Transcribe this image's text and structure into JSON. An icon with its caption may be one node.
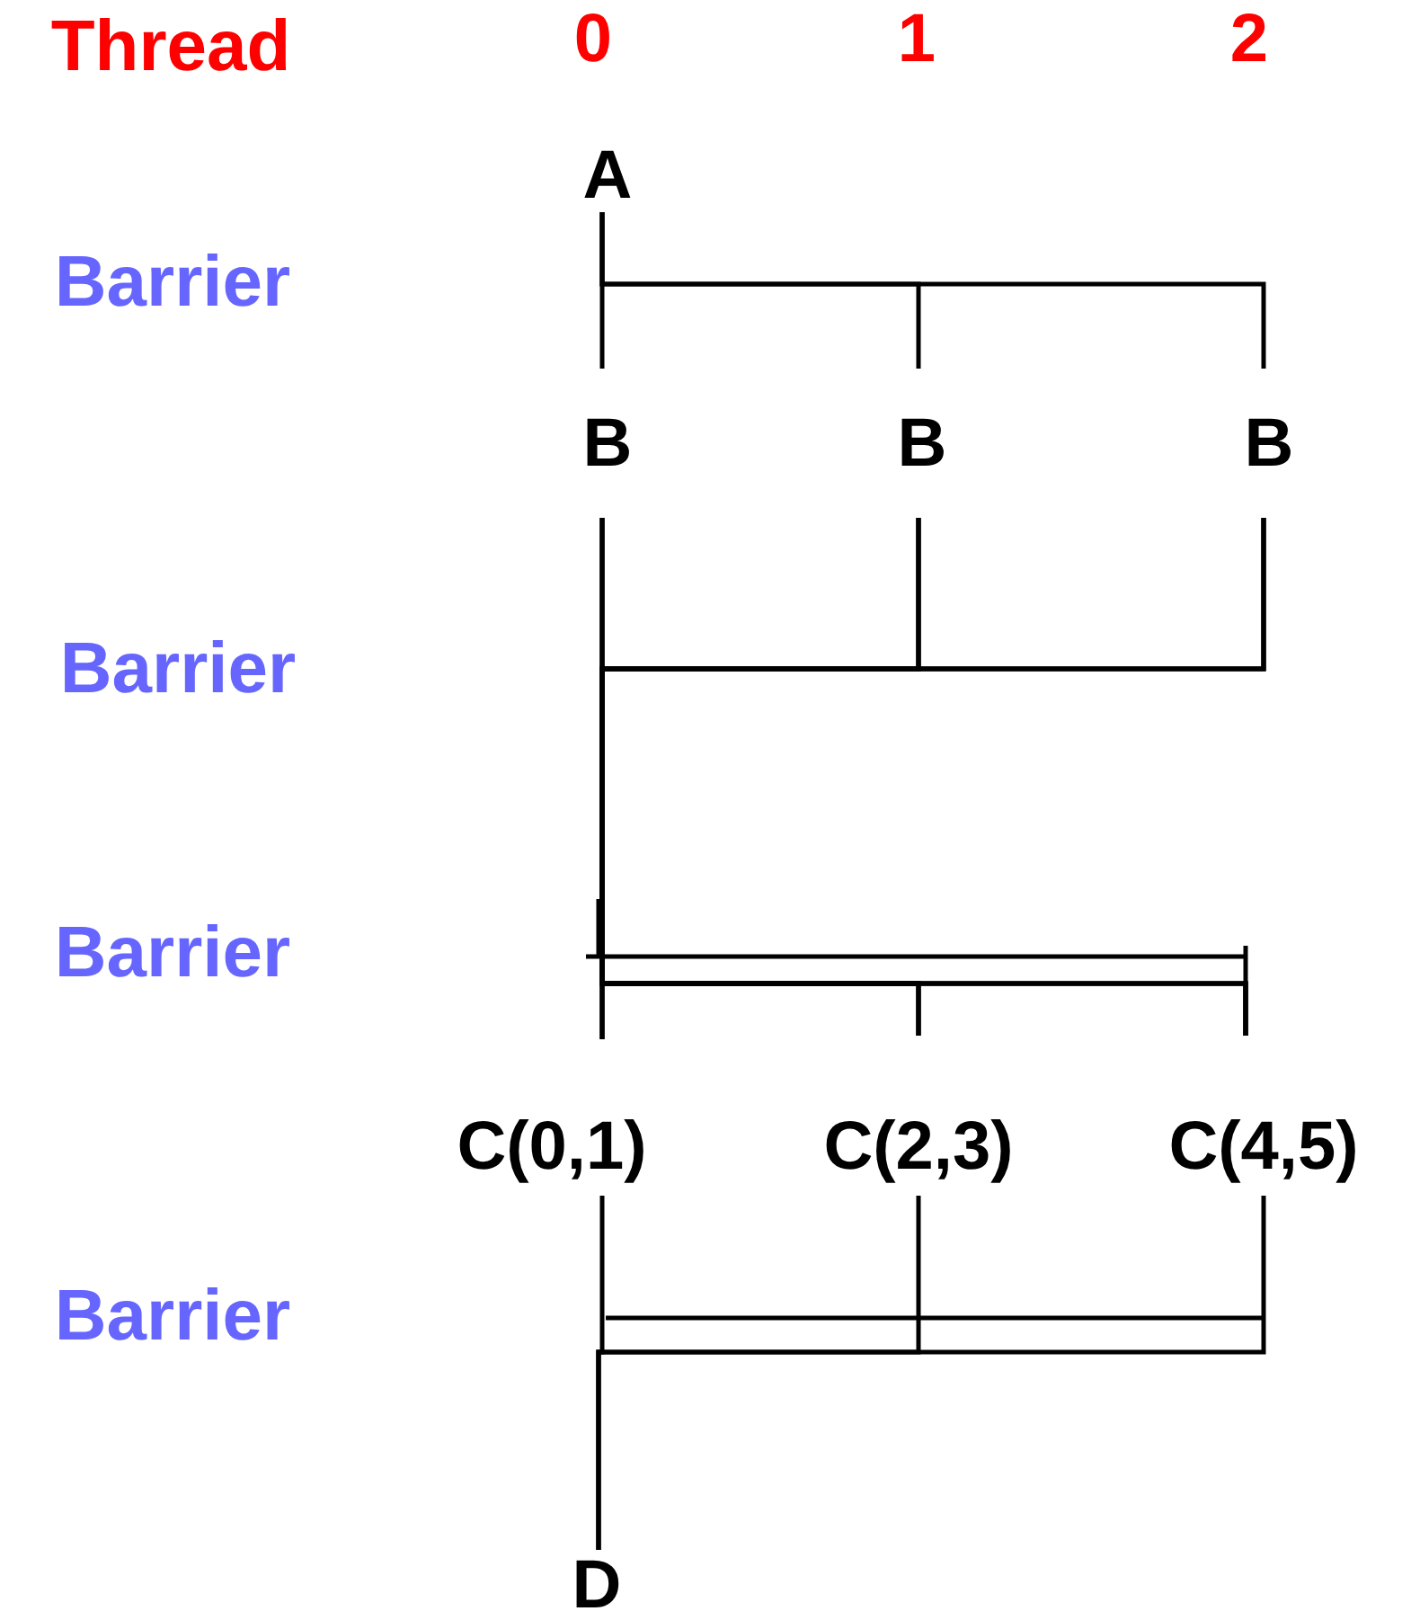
{
  "diagram": {
    "nodes": [
      {
        "text": [
          "A"
        ]
      },
      {
        "text": [
          "B"
        ]
      },
      {
        "text": [
          "B"
        ]
      },
      {
        "text": [
          "B"
        ]
      },
      {
        "text": [
          "C(0,1)"
        ]
      },
      {
        "text": [
          "C(2,3)"
        ]
      },
      {
        "text": [
          "C(4,5)"
        ]
      },
      {
        "text": [
          "D"
        ]
      }
    ],
    "edges": [
      {
        "from": 0,
        "to": 1,
        "arrow": "none"
      },
      {
        "from": 0,
        "to": 2,
        "arrow": "none"
      },
      {
        "from": 0,
        "to": 3,
        "arrow": "none"
      },
      {
        "from": 1,
        "to": 4,
        "arrow": "none"
      },
      {
        "from": 1,
        "to": 5,
        "arrow": "none"
      },
      {
        "from": 1,
        "to": 6,
        "arrow": "none"
      },
      {
        "from": 2,
        "to": 4,
        "arrow": "none"
      },
      {
        "from": 2,
        "to": 5,
        "arrow": "none"
      },
      {
        "from": 2,
        "to": 6,
        "arrow": "none"
      },
      {
        "from": 3,
        "to": 4,
        "arrow": "none"
      },
      {
        "from": 3,
        "to": 5,
        "arrow": "none"
      },
      {
        "from": 3,
        "to": 6,
        "arrow": "none"
      },
      {
        "from": 4,
        "to": 7,
        "arrow": "none"
      },
      {
        "from": 5,
        "to": 7,
        "arrow": "none"
      },
      {
        "from": 6,
        "to": 7,
        "arrow": "none"
      }
    ],
    "labels": [
      "Thread",
      "0",
      "1",
      "2",
      "Barrier",
      "Barrier",
      "Barrier",
      "Barrier"
    ]
  }
}
